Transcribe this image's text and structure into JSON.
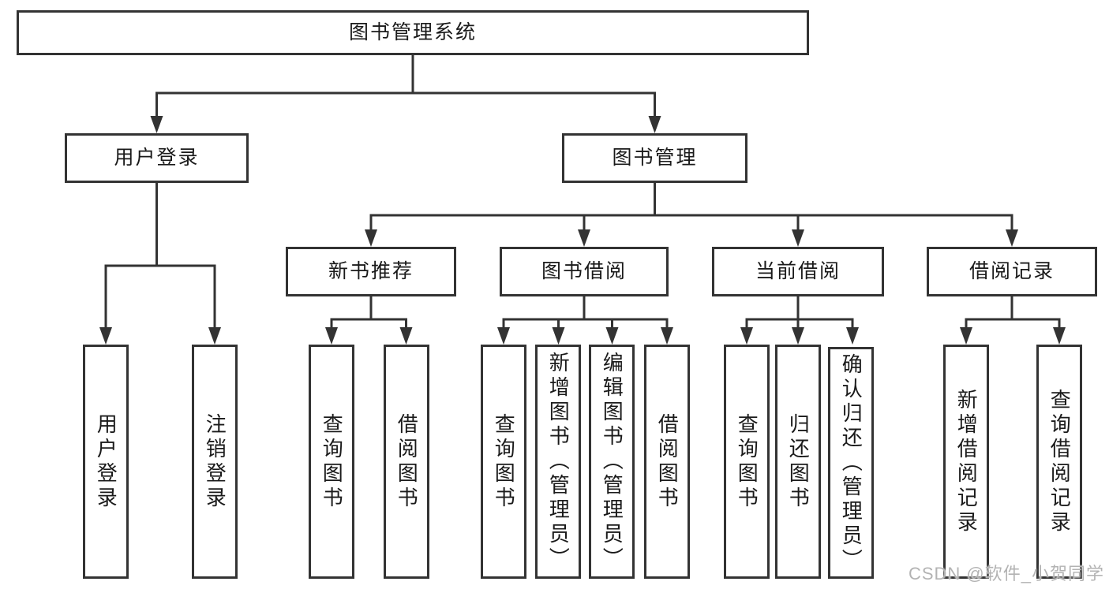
{
  "diagram": {
    "type": "hierarchy-tree",
    "nodes": {
      "root": "图书管理系统",
      "user_login": "用户登录",
      "book_management": "图书管理",
      "new_book_recommendation": "新书推荐",
      "book_borrowing": "图书借阅",
      "current_borrowing": "当前借阅",
      "borrowing_records": "借阅记录",
      "leaf_user_login": "用户登录",
      "leaf_logout": "注销登录",
      "leaf_nb_search_books": "查询图书",
      "leaf_nb_borrow_books": "借阅图书",
      "leaf_bb_search_books": "查询图书",
      "leaf_bb_add_books": "新增图书（管理员）",
      "leaf_bb_edit_books": "编辑图书（管理员）",
      "leaf_bb_borrow_books": "借阅图书",
      "leaf_cb_search_books": "查询图书",
      "leaf_cb_return_books": "归还图书",
      "leaf_cb_confirm_return": "确认归还（管理员）",
      "leaf_br_add_record": "新增借阅记录",
      "leaf_br_search_record": "查询借阅记录"
    },
    "hierarchy": {
      "图书管理系统": {
        "用户登录": [
          "用户登录",
          "注销登录"
        ],
        "图书管理": {
          "新书推荐": [
            "查询图书",
            "借阅图书"
          ],
          "图书借阅": [
            "查询图书",
            "新增图书（管理员）",
            "编辑图书（管理员）",
            "借阅图书"
          ],
          "当前借阅": [
            "查询图书",
            "归还图书",
            "确认归还（管理员）"
          ],
          "借阅记录": [
            "新增借阅记录",
            "查询借阅记录"
          ]
        }
      }
    }
  },
  "watermark": "CSDN @软件_小贺同学",
  "colors": {
    "line": "#333333",
    "text": "#1a1a1a",
    "watermark": "#b3b3b3"
  }
}
